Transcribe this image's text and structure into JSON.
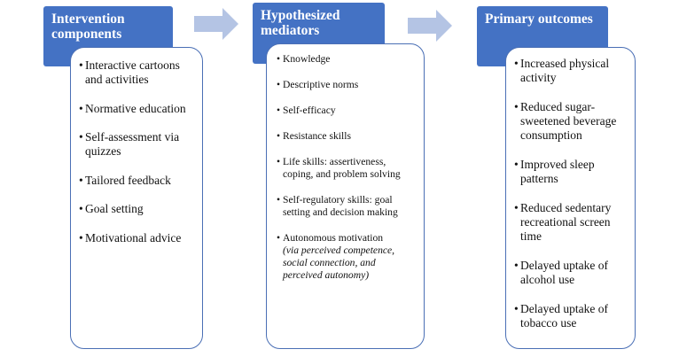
{
  "colors": {
    "header_fill": "#4472c4",
    "panel_border": "#4a6fb5",
    "arrow_fill": "#b4c4e4"
  },
  "columns": [
    {
      "header": "Intervention components",
      "items": [
        {
          "text": "Interactive cartoons and activities"
        },
        {
          "text": "Normative education"
        },
        {
          "text": "Self-assessment via quizzes"
        },
        {
          "text": "Tailored feedback"
        },
        {
          "text": "Goal setting"
        },
        {
          "text": "Motivational advice"
        }
      ]
    },
    {
      "header": "Hypothesized mediators",
      "items": [
        {
          "text": "Knowledge"
        },
        {
          "text": "Descriptive norms"
        },
        {
          "text": "Self-efficacy"
        },
        {
          "text": "Resistance skills"
        },
        {
          "text": "Life skills: assertiveness, coping, and problem solving"
        },
        {
          "text": "Self-regulatory skills: goal setting and decision making"
        },
        {
          "text": "Autonomous motivation",
          "note": "(via perceived competence, social connection, and perceived autonomy)"
        }
      ]
    },
    {
      "header": "Primary outcomes",
      "items": [
        {
          "text": "Increased physical activity"
        },
        {
          "text": "Reduced sugar-sweetened beverage consumption"
        },
        {
          "text": "Improved sleep patterns"
        },
        {
          "text": "Reduced sedentary recreational screen time"
        },
        {
          "text": "Delayed uptake of alcohol use"
        },
        {
          "text": "Delayed uptake of tobacco use"
        }
      ]
    }
  ]
}
